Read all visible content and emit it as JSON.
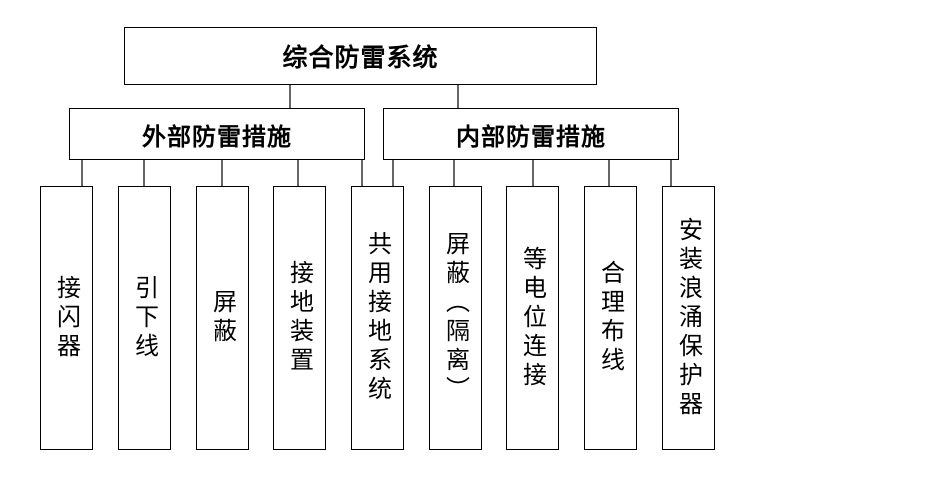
{
  "diagram": {
    "root": "综合防雷系统",
    "external": {
      "label": "外部防雷措施",
      "children": [
        "接闪器",
        "引下线",
        "屏蔽",
        "接地装置"
      ]
    },
    "internal": {
      "label": "内部防雷措施",
      "children": [
        "屏蔽（隔离）",
        "等电位连接",
        "合理布线",
        "安装浪涌保护器"
      ]
    },
    "shared": "共用接地系统"
  }
}
